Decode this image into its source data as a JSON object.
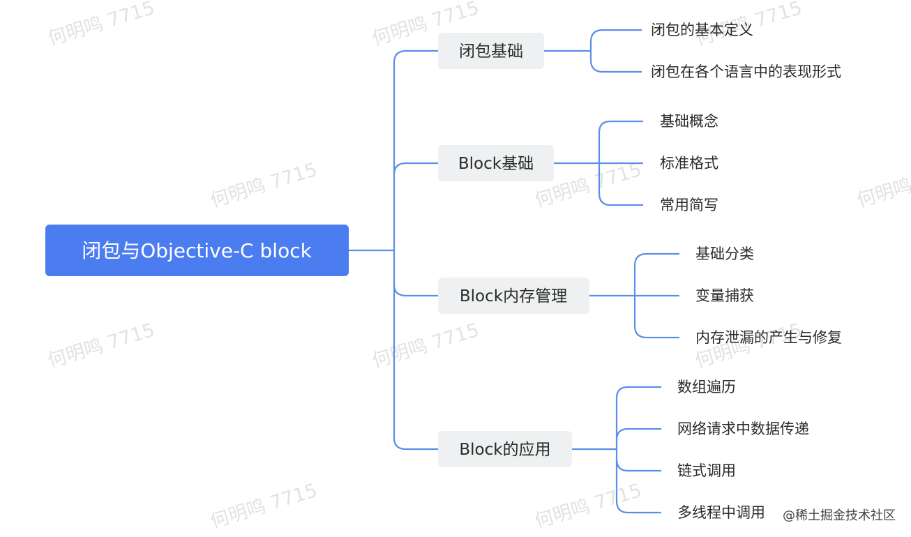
{
  "root": {
    "label": "闭包与Objective-C block"
  },
  "branches": [
    {
      "label": "闭包基础",
      "children": [
        "闭包的基本定义",
        "闭包在各个语言中的表现形式"
      ]
    },
    {
      "label": "Block基础",
      "children": [
        "基础概念",
        "标准格式",
        "常用简写"
      ]
    },
    {
      "label": "Block内存管理",
      "children": [
        "基础分类",
        "变量捕获",
        "内存泄漏的产生与修复"
      ]
    },
    {
      "label": "Block的应用",
      "children": [
        "数组遍历",
        "网络请求中数据传递",
        "链式调用",
        "多线程中调用"
      ]
    }
  ],
  "watermark": "何明鸣 7715",
  "footer": "@稀土掘金技术社区",
  "colors": {
    "connector": "#5a8ee8",
    "root_bg": "#4c7df0",
    "branch_bg": "#eef0f1"
  }
}
